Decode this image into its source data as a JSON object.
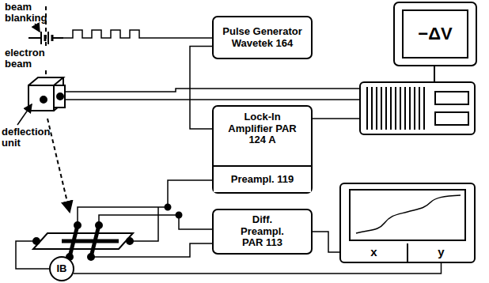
{
  "diagram": {
    "nodes": [
      {
        "text": [
          "Pulse Generator Wavetek 164"
        ]
      },
      {
        "text": [
          "−ΔV"
        ]
      },
      {
        "text": [
          "Lock-In Amplifier PAR 124 A"
        ]
      },
      {
        "text": [
          "Preampl. 119"
        ],
        "in": 2
      },
      {
        "text": [
          "Diff. Preampl. PAR 113"
        ]
      },
      {
        "text": [
          "x"
        ]
      },
      {
        "text": [
          "y"
        ]
      },
      {
        "text": [
          "IB"
        ]
      }
    ],
    "edges": [
      {
        "from": 0,
        "to": 2,
        "arrow": "none"
      },
      {
        "from": 4,
        "to": 5,
        "arrow": "none"
      },
      {
        "from": 7,
        "to": 6,
        "arrow": "none"
      }
    ],
    "labels": [
      "beam blanking",
      "electron beam",
      "deflection unit"
    ]
  }
}
